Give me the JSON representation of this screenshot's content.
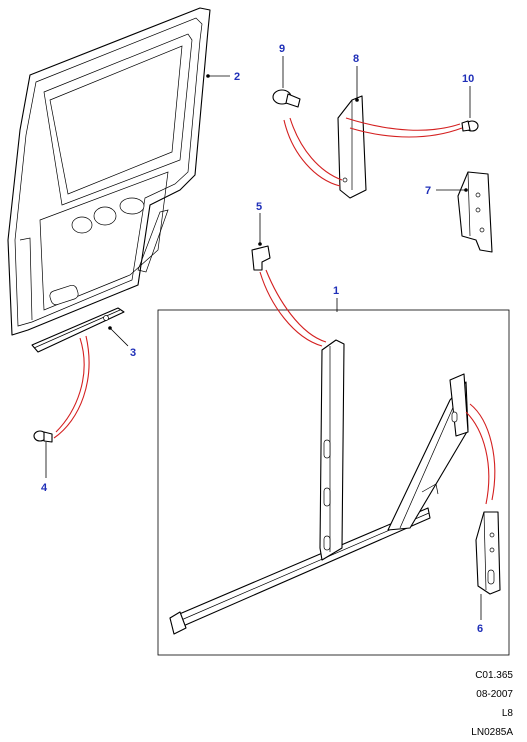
{
  "callouts": {
    "c1": "1",
    "c2": "2",
    "c3": "3",
    "c4": "4",
    "c5": "5",
    "c6": "6",
    "c7": "7",
    "c8": "8",
    "c9": "9",
    "c10": "10"
  },
  "footer": {
    "ref": "C01.365",
    "date": "08-2007",
    "code": "L8",
    "drawing": "LN0285A"
  },
  "colors": {
    "callout_text": "#1f2fb8",
    "fitment_line": "#d42020",
    "linework": "#000000"
  }
}
